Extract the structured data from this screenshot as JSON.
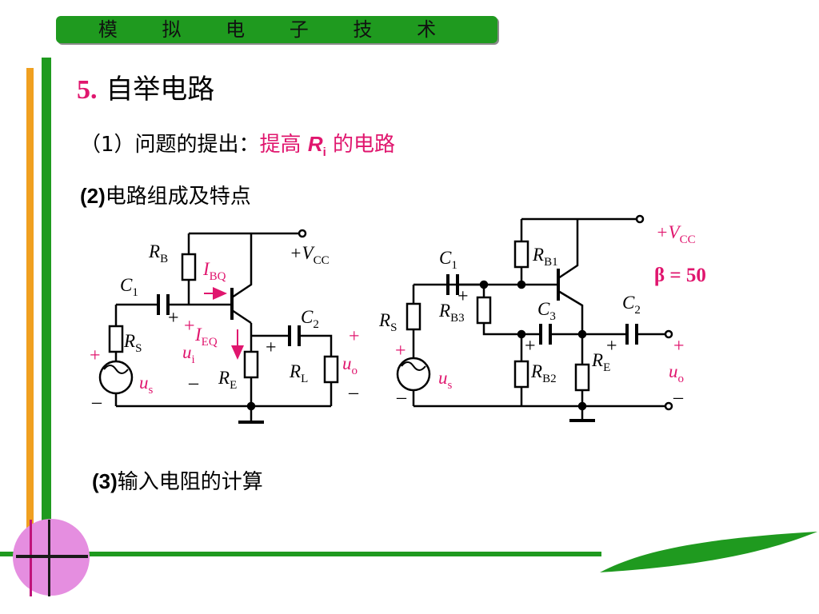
{
  "header": {
    "title": "模 拟 电 子 技 术"
  },
  "section": {
    "number": "5.",
    "title": "自举电路"
  },
  "items": {
    "q1_prefix": "（1）问题的提出：",
    "q1_highlight": "提高",
    "q1_r": "R",
    "q1_r_sub": "i",
    "q1_suffix": "的电路",
    "q2_prefix": "(2)",
    "q2_text": "电路组成及特点",
    "q3_prefix": "(3)",
    "q3_text": "输入电阻的计算"
  },
  "circuit_left": {
    "rb": "R",
    "rb_sub": "B",
    "ibq": "I",
    "ibq_sub": "BQ",
    "vcc": "+V",
    "vcc_sub": "CC",
    "c1": "C",
    "c1_sub": "1",
    "c2": "C",
    "c2_sub": "2",
    "rs": "R",
    "rs_sub": "S",
    "ieq": "I",
    "ieq_sub": "EQ",
    "ui": "u",
    "ui_sub": "i",
    "re": "R",
    "re_sub": "E",
    "rl": "R",
    "rl_sub": "L",
    "uo": "u",
    "uo_sub": "o",
    "us": "u",
    "us_sub": "s",
    "plus": "+",
    "minus": "–"
  },
  "circuit_right": {
    "vcc": "+V",
    "vcc_sub": "CC",
    "rb1": "R",
    "rb1_sub": "B1",
    "c1": "C",
    "c1_sub": "1",
    "beta": "β = 50",
    "rb3": "R",
    "rb3_sub": "B3",
    "c3": "C",
    "c3_sub": "3",
    "c2": "C",
    "c2_sub": "2",
    "rs": "R",
    "rs_sub": "S",
    "re": "R",
    "re_sub": "E",
    "rb2": "R",
    "rb2_sub": "B2",
    "us": "u",
    "us_sub": "s",
    "uo": "u",
    "uo_sub": "o",
    "plus": "+",
    "minus": "–"
  },
  "colors": {
    "title_bar": "#1f9a1f",
    "accent": "#e0166e",
    "left_bar_orange": "#f0a020",
    "left_bar_green": "#1f9a1f",
    "circle": "#e58ee0"
  }
}
